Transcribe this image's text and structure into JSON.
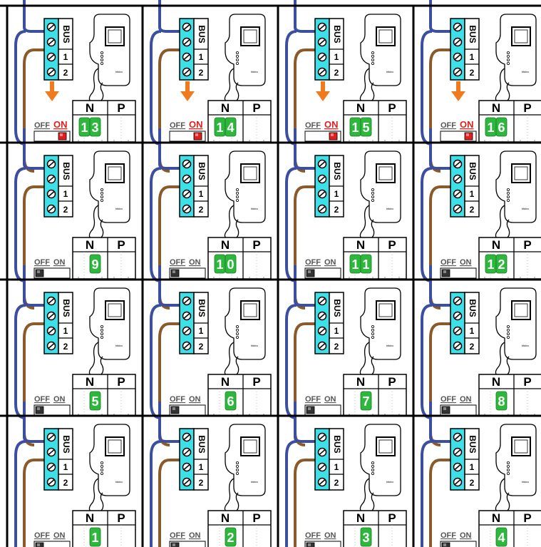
{
  "terminal_block": {
    "bus_label": "BUS",
    "term1_label": "1",
    "term2_label": "2"
  },
  "config_panel": {
    "col_n_label": "N",
    "col_p_label": "P"
  },
  "switch_labels": {
    "off": "OFF",
    "on": "ON"
  },
  "handset_brand": "bticino",
  "rows": [
    {
      "cells": [
        {
          "n": [
            "1",
            "3"
          ],
          "switch": "on"
        },
        {
          "n": [
            "1",
            "4"
          ],
          "switch": "on"
        },
        {
          "n": [
            "1",
            "5"
          ],
          "switch": "on"
        },
        {
          "n": [
            "1",
            "6"
          ],
          "switch": "on"
        }
      ]
    },
    {
      "cells": [
        {
          "n": [
            "9"
          ],
          "switch": "off"
        },
        {
          "n": [
            "1",
            "0"
          ],
          "switch": "off"
        },
        {
          "n": [
            "1",
            "1"
          ],
          "switch": "off"
        },
        {
          "n": [
            "1",
            "2"
          ],
          "switch": "off"
        }
      ]
    },
    {
      "cells": [
        {
          "n": [
            "5"
          ],
          "switch": "off"
        },
        {
          "n": [
            "6"
          ],
          "switch": "off"
        },
        {
          "n": [
            "7"
          ],
          "switch": "off"
        },
        {
          "n": [
            "8"
          ],
          "switch": "off"
        }
      ]
    },
    {
      "cells": [
        {
          "n": [
            "1"
          ],
          "switch": "off"
        },
        {
          "n": [
            "2"
          ],
          "switch": "off"
        },
        {
          "n": [
            "3"
          ],
          "switch": "off"
        },
        {
          "n": [
            "4"
          ],
          "switch": "off"
        }
      ]
    }
  ],
  "colors": {
    "bus_wire_blue": "#3c4f9e",
    "bus_wire_brown": "#8b5a2b",
    "terminal_cyan": "#3ee0e8",
    "digit_green": "#2db83d",
    "arrow_orange": "#f07a1e",
    "switch_on_red": "#e41e1e",
    "grid_line": "#000000"
  }
}
